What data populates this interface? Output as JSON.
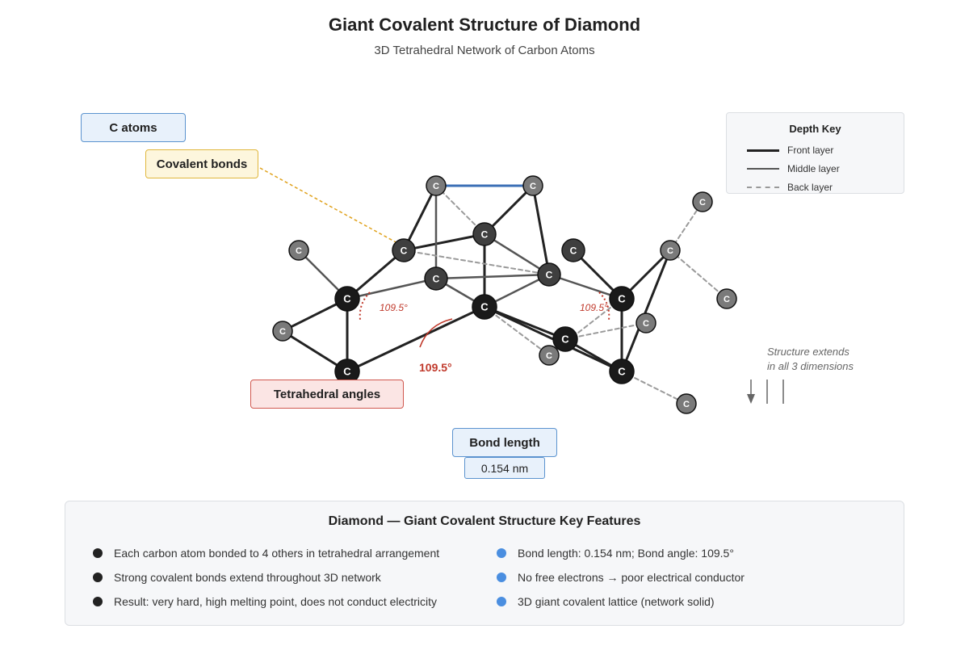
{
  "title": "Giant Covalent Structure of Diamond",
  "subtitle": "3D Tetrahedral Network of Carbon Atoms",
  "atom_label": "C",
  "callouts": {
    "c_atoms": "C atoms",
    "covalent_bonds": "Covalent bonds",
    "tetrahedral_angles": "Tetrahedral angles",
    "bond_length": "Bond length",
    "bond_length_value": "0.154 nm"
  },
  "angles": {
    "left": "109.5°",
    "center": "109.5°",
    "right": "109.5°"
  },
  "legend": {
    "title": "Depth Key",
    "front": "Front layer",
    "middle": "Middle layer",
    "back": "Back layer"
  },
  "extends_note": {
    "line1": "Structure extends",
    "line2": "in all 3 dimensions"
  },
  "features": {
    "title": "Diamond — Giant Covalent Structure Key Features",
    "left": [
      "Each carbon atom bonded to 4 others in tetrahedral arrangement",
      "Strong covalent bonds extend throughout 3D network",
      "Result: very hard, high melting point, does not conduct electricity"
    ],
    "right": [
      "Bond length: 0.154 nm; Bond angle: 109.5°",
      "No free electrons → poor electrical conductor",
      "3D giant covalent lattice (network solid)"
    ]
  },
  "colors": {
    "front_atom": "#1a1a1a",
    "middle_atom": "#3f3f3f",
    "back_atom": "#7a7a7a",
    "front_bond": "#222222",
    "middle_bond": "#555555",
    "back_bond": "#9a9a9a",
    "highlight_bond": "#3b6fb6",
    "angle": "#c0392b",
    "pointer": "#e0a21c",
    "bullet_dark": "#222222",
    "bullet_blue": "#4a8ee0"
  }
}
